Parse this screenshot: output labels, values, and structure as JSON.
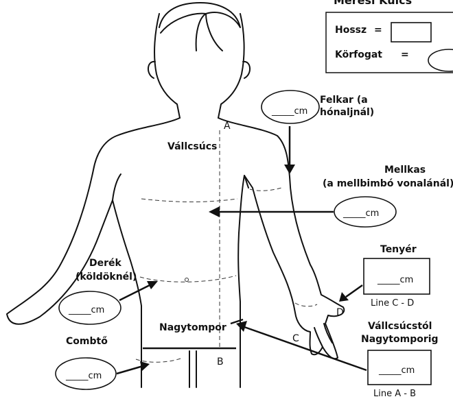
{
  "legend": {
    "title": "Mérési Kulcs",
    "length_label": "Hossz",
    "length_eq": "=",
    "circumference_label": "Körfogat",
    "circumference_eq": "="
  },
  "points": {
    "a": "A",
    "b": "B",
    "c": "C",
    "d": "D"
  },
  "labels": {
    "shoulder_tip": "Vállcsúcs",
    "hip": "Nagytompor",
    "upper_arm_line1": "Felkar   (a",
    "upper_arm_line2": "hónaljnál)",
    "chest_line1": "Mellkas",
    "chest_line2": "(a mellbimbó vonalánál)",
    "waist_line1": "Derék",
    "waist_line2": "(köldöknél)",
    "thigh": "Combtő",
    "palm": "Tenyér",
    "palm_line": "Line C - D",
    "shoulder_hip_line1": "Vállcsúcstól",
    "shoulder_hip_line2": "Nagytomporig",
    "shoulder_hip_line": "Line A - B"
  },
  "fields": {
    "upper_arm": "_____cm",
    "chest": "_____cm",
    "waist": "_____cm",
    "thigh": "_____cm",
    "palm": "_____cm",
    "shoulder_hip": "_____cm"
  }
}
